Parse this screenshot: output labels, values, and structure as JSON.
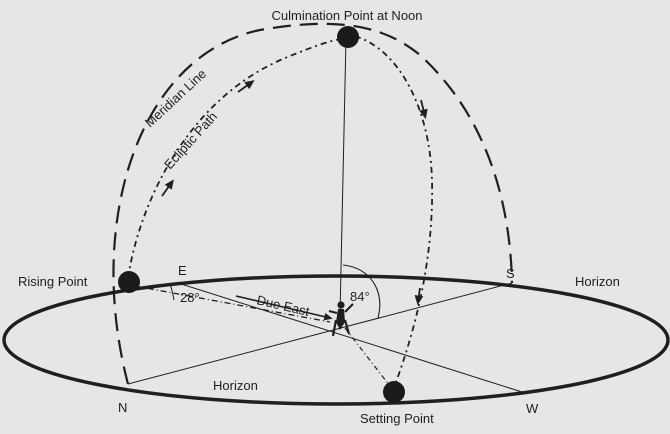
{
  "labels": {
    "culmination": "Culmination Point at Noon",
    "meridian": "Meridian Line",
    "ecliptic": "Ecliptic Path",
    "rising": "Rising Point",
    "setting": "Setting Point",
    "horizon_right": "Horizon",
    "horizon_front": "Horizon",
    "due_east": "Due East",
    "angle_rising": "28°",
    "angle_culmination": "84°"
  },
  "compass": {
    "north": "N",
    "east": "E",
    "south": "S",
    "west": "W"
  },
  "icons": {
    "observer": "observer-figure-icon",
    "sun": "sun-disc-icon"
  },
  "colors": {
    "ink": "#1f1f1f",
    "paper": "#e6e6e6"
  }
}
